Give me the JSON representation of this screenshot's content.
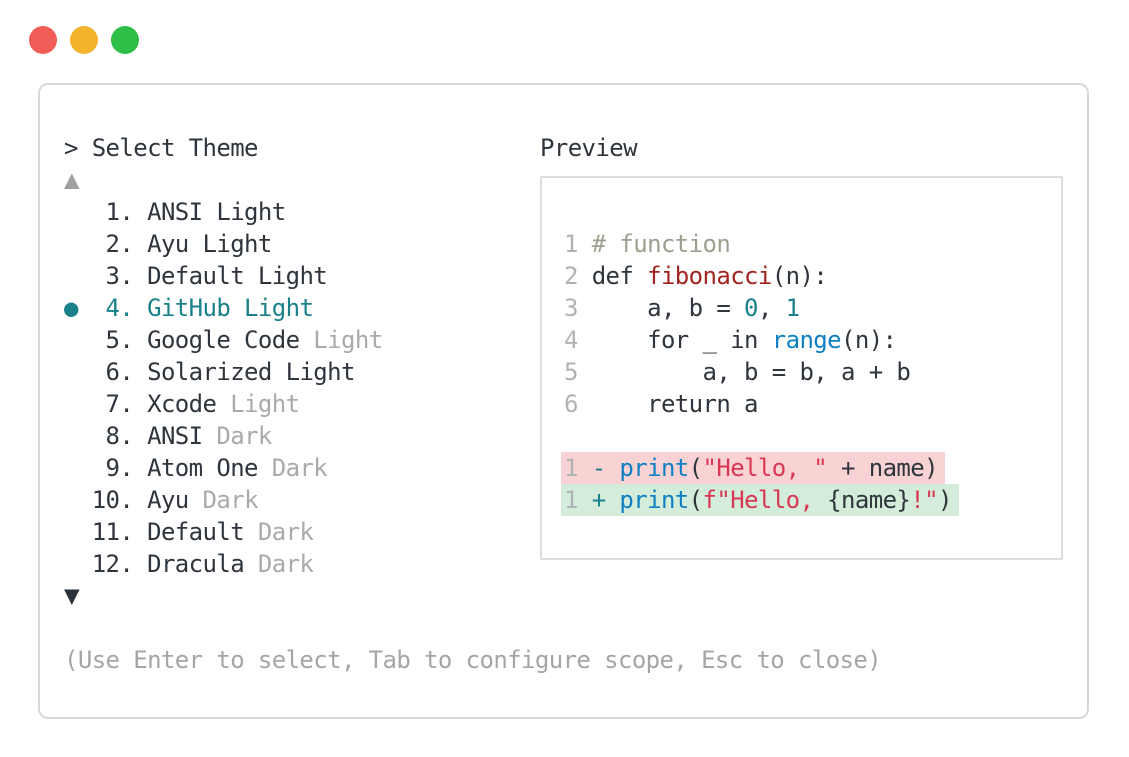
{
  "colors": {
    "dark": "#2f353c",
    "gray": "#a8abad",
    "lineno": "#b0b3b5",
    "teal": "#1a808a",
    "comment": "#9ba18e",
    "defname": "#a2241f",
    "fnblue": "#1080c4",
    "string": "#d93754",
    "footer_gray": "#a5a5a5",
    "arrow_up": "#a0a0a0",
    "arrow_down": "#2b3138",
    "panel_border": "#d8d8d8",
    "preview_border": "#dcdcdc",
    "diff_removed_bg": "#f9d3d4",
    "diff_added_bg": "#d4ecda",
    "light_red": "#f25c58",
    "light_yellow": "#f3b32a",
    "light_green": "#2fbe47"
  },
  "window": {
    "traffic_lights": [
      {
        "name": "close",
        "color": "#f25c58"
      },
      {
        "name": "minimize",
        "color": "#f3b32a"
      },
      {
        "name": "zoom",
        "color": "#2fbe47"
      }
    ]
  },
  "theme_picker": {
    "prompt": "> Select Theme",
    "up_arrow": "▲",
    "down_arrow": "▼",
    "selected_marker": "●",
    "items": [
      {
        "num": 1,
        "name": "ANSI Light",
        "suffix": "",
        "selected": false
      },
      {
        "num": 2,
        "name": "Ayu Light",
        "suffix": "",
        "selected": false
      },
      {
        "num": 3,
        "name": "Default Light",
        "suffix": "",
        "selected": false
      },
      {
        "num": 4,
        "name": "GitHub Light",
        "suffix": "",
        "selected": true
      },
      {
        "num": 5,
        "name": "Google Code",
        "suffix": "Light",
        "selected": false
      },
      {
        "num": 6,
        "name": "Solarized Light",
        "suffix": "",
        "selected": false
      },
      {
        "num": 7,
        "name": "Xcode",
        "suffix": "Light",
        "selected": false
      },
      {
        "num": 8,
        "name": "ANSI",
        "suffix": "Dark",
        "selected": false
      },
      {
        "num": 9,
        "name": "Atom One",
        "suffix": "Dark",
        "selected": false
      },
      {
        "num": 10,
        "name": "Ayu",
        "suffix": "Dark",
        "selected": false
      },
      {
        "num": 11,
        "name": "Default",
        "suffix": "Dark",
        "selected": false
      },
      {
        "num": 12,
        "name": "Dracula",
        "suffix": "Dark",
        "selected": false
      }
    ],
    "footer": "(Use Enter to select, Tab to configure scope, Esc to close)"
  },
  "preview": {
    "title": "Preview",
    "code_lines": [
      {
        "bg": null,
        "segments": [
          {
            "t": "1 ",
            "c": "lineno"
          },
          {
            "t": "# function",
            "c": "comment"
          }
        ]
      },
      {
        "bg": null,
        "segments": [
          {
            "t": "2 ",
            "c": "lineno"
          },
          {
            "t": "def ",
            "c": "dark"
          },
          {
            "t": "fibonacci",
            "c": "defname"
          },
          {
            "t": "(n):",
            "c": "dark"
          }
        ]
      },
      {
        "bg": null,
        "segments": [
          {
            "t": "3 ",
            "c": "lineno"
          },
          {
            "t": "    a, b = ",
            "c": "dark"
          },
          {
            "t": "0",
            "c": "teal"
          },
          {
            "t": ", ",
            "c": "dark"
          },
          {
            "t": "1",
            "c": "teal"
          }
        ]
      },
      {
        "bg": null,
        "segments": [
          {
            "t": "4 ",
            "c": "lineno"
          },
          {
            "t": "    for _ in ",
            "c": "dark"
          },
          {
            "t": "range",
            "c": "fnblue"
          },
          {
            "t": "(n):",
            "c": "dark"
          }
        ]
      },
      {
        "bg": null,
        "segments": [
          {
            "t": "5 ",
            "c": "lineno"
          },
          {
            "t": "        a, b = b, a + b",
            "c": "dark"
          }
        ]
      },
      {
        "bg": null,
        "segments": [
          {
            "t": "6 ",
            "c": "lineno"
          },
          {
            "t": "    return a",
            "c": "dark"
          }
        ]
      },
      {
        "bg": null,
        "segments": []
      },
      {
        "bg": "removed",
        "segments": [
          {
            "t": "1 ",
            "c": "lineno"
          },
          {
            "t": "- ",
            "c": "teal"
          },
          {
            "t": "print",
            "c": "fnblue"
          },
          {
            "t": "(",
            "c": "dark"
          },
          {
            "t": "\"Hello, \"",
            "c": "string"
          },
          {
            "t": " + name)",
            "c": "dark"
          }
        ]
      },
      {
        "bg": "added",
        "segments": [
          {
            "t": "1 ",
            "c": "lineno"
          },
          {
            "t": "+ ",
            "c": "teal"
          },
          {
            "t": "print",
            "c": "fnblue"
          },
          {
            "t": "(",
            "c": "dark"
          },
          {
            "t": "f\"Hello, ",
            "c": "string"
          },
          {
            "t": "{name}",
            "c": "dark"
          },
          {
            "t": "!\"",
            "c": "string"
          },
          {
            "t": ")",
            "c": "dark"
          }
        ]
      }
    ]
  }
}
